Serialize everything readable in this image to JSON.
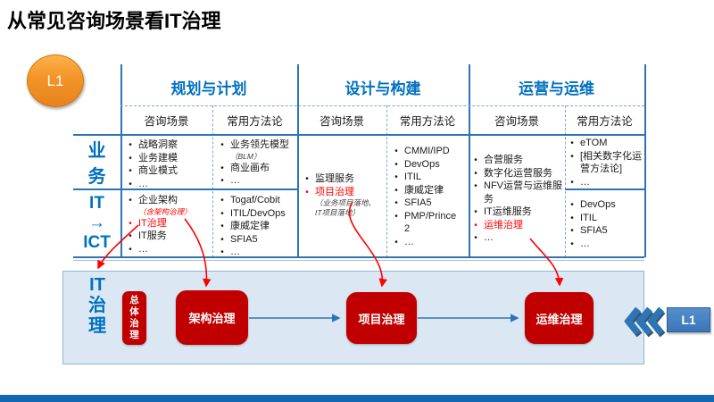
{
  "colors": {
    "blue": "#0070C0",
    "line": "#2E74B5",
    "dash": "#7FA8D9",
    "red": "#FF0000",
    "boxRed": "#C00000",
    "panelBg": "#DBE8F4",
    "panelBorder": "#8FB4D9",
    "bar": "#1268B3"
  },
  "title": "从常见咨询场景看IT治理",
  "level_badge_left": "L1",
  "level_badge_right": "L1",
  "table": {
    "groups": [
      {
        "title": "规划与计划",
        "col1": "咨询场景",
        "col2": "常用方法论"
      },
      {
        "title": "设计与构建",
        "col1": "咨询场景",
        "col2": "常用方法论"
      },
      {
        "title": "运营与运维",
        "col1": "咨询场景",
        "col2": "常用方法论"
      }
    ],
    "row_label_business": [
      "业",
      "务"
    ],
    "row_label_it": [
      "IT",
      "→",
      "ICT"
    ],
    "cells": {
      "plan_business_scenarios": [
        "战略洞察",
        "业务建模",
        "商业模式",
        "…"
      ],
      "plan_business_methods": [
        {
          "t": "业务领先模型",
          "note": "（BLM）"
        },
        "商业画布",
        "…"
      ],
      "plan_it_scenarios": [
        {
          "t": "企业架构",
          "note": "（含架构治理）",
          "note_red": true
        },
        {
          "t": "IT治理",
          "red": true
        },
        "IT服务",
        "…"
      ],
      "plan_it_methods": [
        "Togaf/Cobit",
        "ITIL/DevOps",
        "康威定律",
        "SFIA5",
        "…"
      ],
      "build_scenarios": [
        "监理服务",
        {
          "t": "项目治理",
          "red": true,
          "note": [
            "（业务项目落地、",
            "IT项目落地）"
          ]
        }
      ],
      "build_methods": [
        "CMMI/IPD",
        "DevOps",
        "ITIL",
        "康威定律",
        "SFIA5",
        "PMP/Prince 2",
        "…"
      ],
      "ops_scenarios": [
        "合营服务",
        "数字化运营服务",
        "NFV运营与运维服务",
        "IT运维服务",
        {
          "t": "运维治理",
          "red": true
        },
        "…"
      ],
      "ops_methods_business": [
        "eTOM",
        "[相关数字化运营方法论]",
        "…"
      ],
      "ops_methods_it": [
        "DevOps",
        "ITIL",
        "SFIA5",
        "…"
      ]
    }
  },
  "governance": {
    "label": [
      "IT",
      "治",
      "理"
    ],
    "overall_box": [
      "总",
      "体",
      "治",
      "理"
    ],
    "flow_boxes": [
      "架构治理",
      "项目治理",
      "运维治理"
    ]
  }
}
